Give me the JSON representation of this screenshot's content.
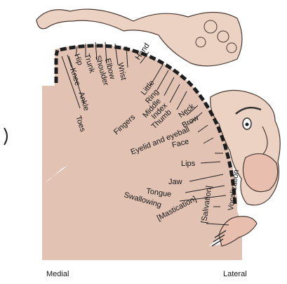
{
  "colors": {
    "cortex": "#e2c3b3",
    "homunculus": "#ecd2c2",
    "outline": "#4b3a33",
    "band": "#1e1e1e",
    "text": "#141414",
    "background": "#ffffff"
  },
  "labels": {
    "hip": "Hip",
    "trunk": "Trunk",
    "shoulder": "Shoulder",
    "elbow": "Elbow",
    "wrist": "Wrist",
    "hand": "Hand",
    "knee": "Knee",
    "ankle": "Ankle",
    "toes": "Toes",
    "little": "Little",
    "ring": "Ring",
    "middle": "Middle",
    "index": "Index",
    "thumb": "Thumb",
    "fingers": "Fingers",
    "neck": "Neck",
    "brow": "Brow",
    "eyelid_eyeball": "Eyelid and eyeball",
    "face": "Face",
    "lips": "Lips",
    "jaw": "Jaw",
    "tongue": "Tongue",
    "swallowing": "Swallowing",
    "mastication": "[Mastication]",
    "salivation": "[Salivation]",
    "vocalization": "Vocalization"
  },
  "footer": {
    "medial": "Medial",
    "lateral": "Lateral"
  }
}
